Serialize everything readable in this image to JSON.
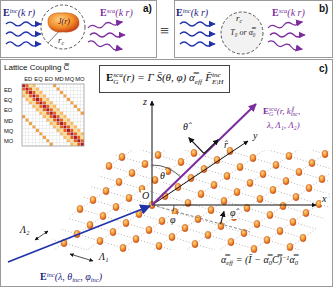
{
  "diagram": {
    "nodes": [
      {
        "text": [
          "a)"
        ]
      },
      {
        "text": [
          "J(r)"
        ],
        "in": 0
      },
      {
        "text": [
          "b)"
        ]
      },
      {
        "text": [
          "T₀ or α̿₀"
        ],
        "in": 2
      },
      {
        "text": [
          "c)"
        ]
      },
      {
        "text": [
          "Lattice Coupling C̿",
          "ED",
          "EQ",
          "EO",
          "MD",
          "MQ",
          "MO",
          "ED",
          "EQ",
          "EO",
          "MD",
          "MQ",
          "MO"
        ],
        "in": 4
      },
      {
        "text": [
          "E",
          "G",
          "sca",
          "(r) = Γ S̄(θ, φ) α̿",
          "eff",
          "F̄",
          "inc",
          "E|H"
        ],
        "in": 4
      }
    ],
    "labels": [
      "E",
      "inc",
      "(k r)",
      "E",
      "sca",
      "(k r)",
      "r",
      "c",
      "≡",
      "E",
      "inc",
      "(k r)",
      "E",
      "sca",
      "(k r)",
      "r",
      "c",
      "z",
      "θ̂",
      "θ",
      "r̂",
      "O",
      "y",
      "φ̂",
      "x",
      "φ",
      "Λ₂",
      "Λ₁",
      "E",
      "G",
      "sca",
      "(r, k",
      "∥",
      "inc",
      ",",
      "λ, Λ₁, Λ₂)",
      "E",
      "inc",
      "(λ, θ",
      "inc",
      ", φ",
      "inc",
      ")",
      "α̿",
      "eff",
      "= (Ī − α̿",
      "0",
      "C̿)",
      "−1",
      "α̿",
      "0"
    ]
  }
}
